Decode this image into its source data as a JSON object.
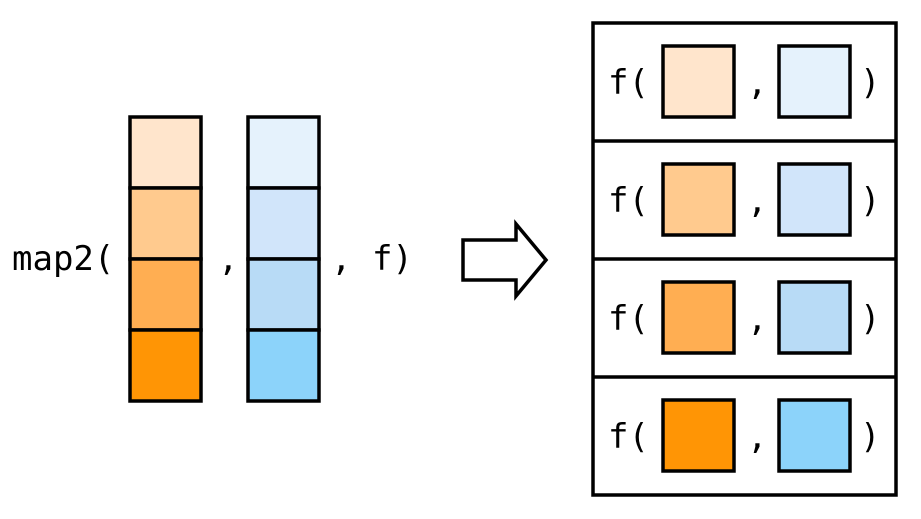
{
  "call": {
    "open": "map2(",
    "sep": ",",
    "tail": ", f)"
  },
  "result": {
    "fn_open": "f(",
    "sep": ",",
    "close": ")"
  },
  "colors": {
    "x": [
      "#FFE5CC",
      "#FFCA8E",
      "#FFAE52",
      "#FF9505"
    ],
    "y": [
      "#E5F2FC",
      "#D1E5FA",
      "#B8DBF6",
      "#8CD3FA"
    ]
  },
  "arrow_icon": "hollow-right-arrow-icon"
}
